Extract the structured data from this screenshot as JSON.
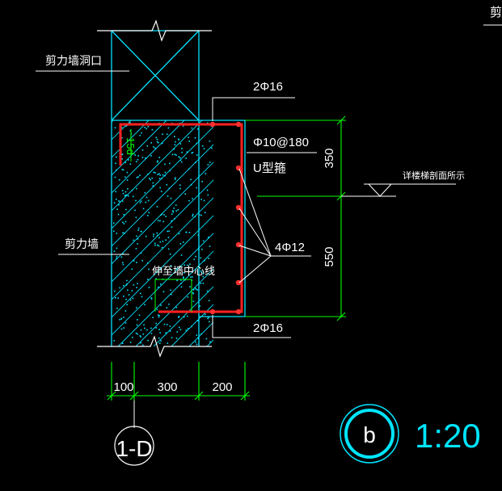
{
  "corner_label": "剪力",
  "labels": {
    "opening": "剪力墙洞口",
    "shear_wall": "剪力墙",
    "top_bars": "2Φ16",
    "stirrup": "Φ10@180",
    "stirrup_type": "U型箍",
    "side_bars": "4Φ12",
    "bottom_bars": "2Φ16",
    "anchor": "15d",
    "extend_note": "伸至墙中心线",
    "stair_note": "详楼梯剖面所示"
  },
  "dims": {
    "vertical_upper": "350",
    "vertical_lower": "550",
    "horizontal": [
      "100",
      "300",
      "200"
    ]
  },
  "section_id": "1-D",
  "detail_id": "b",
  "scale": "1:20",
  "colors": {
    "background": "#000000",
    "outline": "#00e5ff",
    "rebar": "#ff2020",
    "dimension": "#00ff00",
    "text": "#ffffff"
  }
}
